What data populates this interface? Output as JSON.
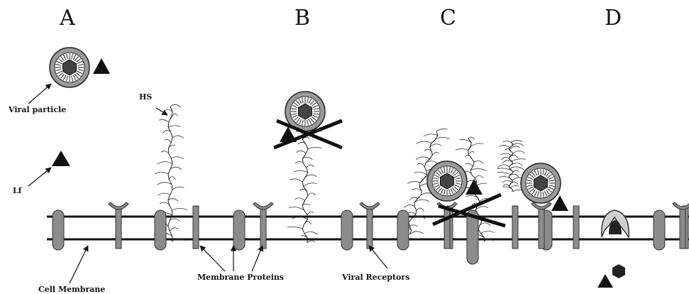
{
  "panels": [
    "A",
    "B",
    "C",
    "D"
  ],
  "labels": {
    "viral_particle": "Viral particle",
    "hs": "HS",
    "lf": "Lf",
    "cell_membrane": "Cell Membrane",
    "membrane_proteins": "Membrane Proteins",
    "viral_receptors": "Viral Receptors"
  },
  "colors": {
    "ink": "#111111",
    "protein_fill": "#8c8c8c",
    "particle_ring": "#9a9a9a",
    "background": "#ffffff"
  }
}
